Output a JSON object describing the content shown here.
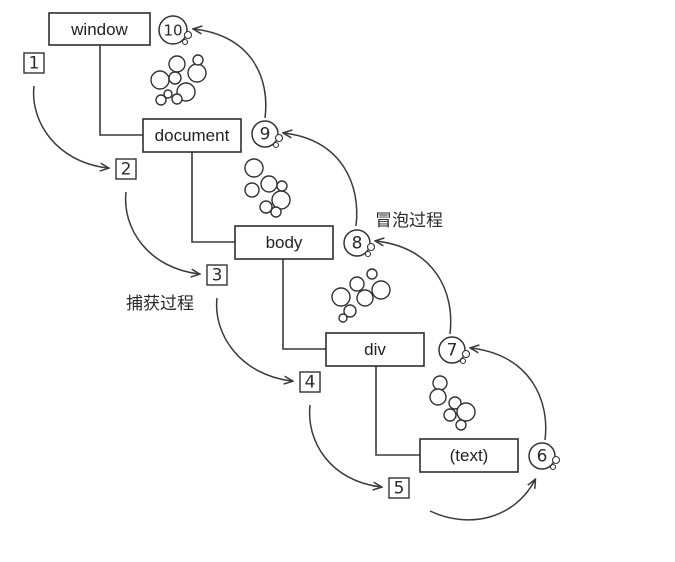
{
  "nodes": {
    "window": "window",
    "document": "document",
    "body": "body",
    "div": "div",
    "text": "(text)"
  },
  "capture_steps": [
    "1",
    "2",
    "3",
    "4",
    "5"
  ],
  "bubble_steps": [
    "6",
    "7",
    "8",
    "9",
    "10"
  ],
  "labels": {
    "capture_phase": "捕获过程",
    "bubble_phase": "冒泡过程"
  }
}
